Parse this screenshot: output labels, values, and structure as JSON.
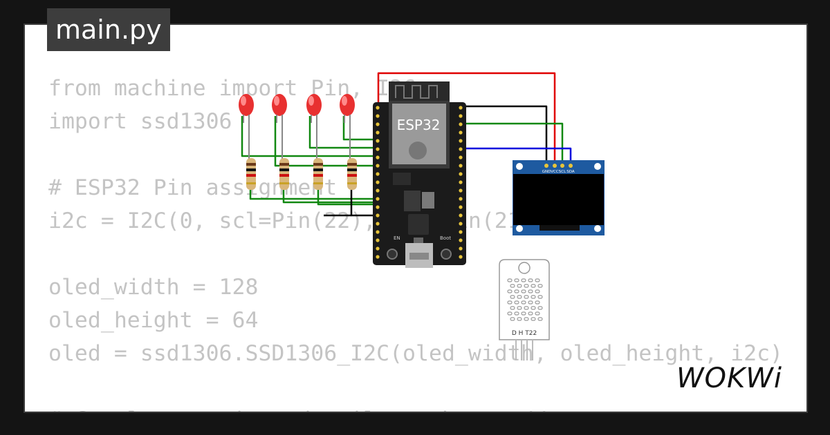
{
  "file_tab": {
    "label": "main.py"
  },
  "code_lines": [
    "from machine import Pin, I2C",
    "import ssd1306",
    "",
    "# ESP32 Pin assignment",
    "i2c = I2C(0, scl=Pin(22), sda=Pin(21))",
    "",
    "oled_width = 128",
    "oled_height = 64",
    "oled = ssd1306.SSD1306_I2C(oled_width, oled_height, i2c)",
    "",
    "# Complete project details at https://"
  ],
  "board": {
    "label": "ESP32",
    "en_label": "EN",
    "boot_label": "Boot"
  },
  "oled_pins": [
    "GND",
    "VCC",
    "SCL",
    "SDA"
  ],
  "sensor": {
    "label": "D H T22"
  },
  "logo": {
    "text": "WOKWi"
  },
  "colors": {
    "wire_red": "#e00000",
    "wire_green": "#118811",
    "wire_blue": "#0000dd",
    "wire_black": "#000000",
    "oled_board": "#1e5aa0"
  }
}
